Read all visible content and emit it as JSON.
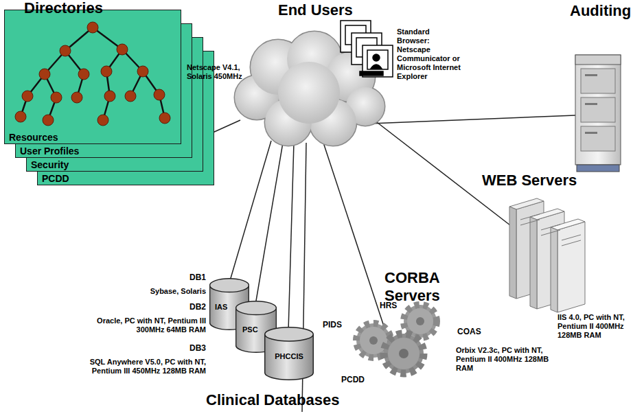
{
  "diagram": {
    "nodes": [
      {
        "text": [
          "Directories",
          "Resources"
        ]
      },
      {
        "text": [
          "User Profiles"
        ]
      },
      {
        "text": [
          "Security"
        ]
      },
      {
        "text": [
          "PCDD"
        ]
      },
      {
        "text": [
          "IAS"
        ]
      },
      {
        "text": [
          "PSC"
        ]
      },
      {
        "text": [
          "PHCCIS"
        ]
      }
    ],
    "labels": [
      "Netscape V4.1, Solaris 450MHz",
      "End Users",
      "Standard Browser: Netscape Communicator or Microsoft Internet Explorer",
      "Auditing",
      "WEB Servers",
      "IIS 4.0, PC with NT, Pentium II 400MHz 128MB RAM",
      "CORBA Servers",
      "HRS",
      "PIDS",
      "COAS",
      "PCDD",
      "Orbix V2.3c, PC with NT, Pentium II 400MHz 128MB RAM",
      "DB1",
      "Sybase, Solaris",
      "DB2",
      "Oracle, PC with NT, Pentium III 300MHz 64MB RAM",
      "DB3",
      "SQL Anywhere V5.0, PC with NT, Pentium III 450MHz 128MB RAM",
      "Clinical Databases"
    ]
  }
}
